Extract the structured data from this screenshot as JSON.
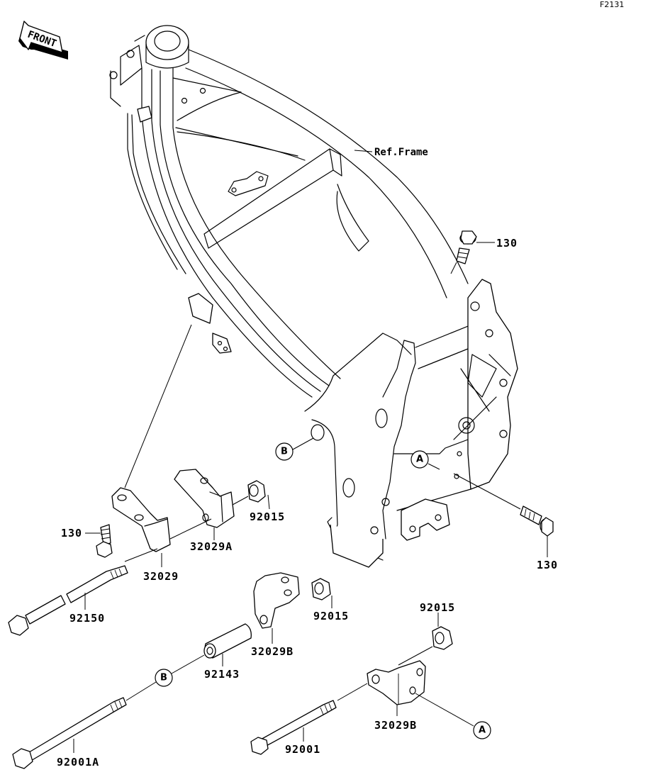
{
  "diagram": {
    "figure_code": "F2131",
    "front_label": "FRONT",
    "ref_label": "Ref.Frame",
    "parts": [
      {
        "id": "bolt-130-top",
        "label": "130"
      },
      {
        "id": "bolt-130-left",
        "label": "130"
      },
      {
        "id": "bolt-130-right",
        "label": "130"
      },
      {
        "id": "bracket-32029",
        "label": "32029"
      },
      {
        "id": "bracket-32029a",
        "label": "32029A"
      },
      {
        "id": "nut-92015-upper",
        "label": "92015"
      },
      {
        "id": "bolt-92150",
        "label": "92150"
      },
      {
        "id": "bracket-32029b-middle",
        "label": "32029B"
      },
      {
        "id": "nut-92015-middle",
        "label": "92015"
      },
      {
        "id": "collar-92143",
        "label": "92143"
      },
      {
        "id": "nut-92015-lower",
        "label": "92015"
      },
      {
        "id": "bracket-32029b-lower",
        "label": "32029B"
      },
      {
        "id": "bolt-92001a",
        "label": "92001A"
      },
      {
        "id": "bolt-92001",
        "label": "92001"
      }
    ],
    "reference_markers": [
      {
        "id": "marker-b-frame",
        "letter": "B"
      },
      {
        "id": "marker-a-frame",
        "letter": "A"
      },
      {
        "id": "marker-b-bolt",
        "letter": "B"
      },
      {
        "id": "marker-a-bracket",
        "letter": "A"
      }
    ]
  }
}
